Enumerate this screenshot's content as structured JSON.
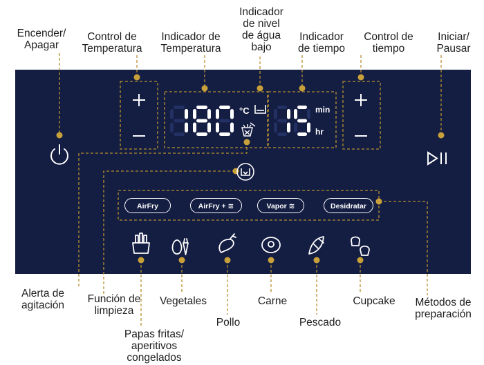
{
  "labels": {
    "power": [
      "Encender/",
      "Apagar"
    ],
    "temp_control": [
      "Control de",
      "Temperatura"
    ],
    "temp_indicator": [
      "Indicador de",
      "Temperatura"
    ],
    "water_indicator": [
      "Indicador",
      "de nivel",
      "de água",
      "bajo"
    ],
    "time_indicator": [
      "Indicador",
      "de tiempo"
    ],
    "time_control": [
      "Control de",
      "tiempo"
    ],
    "start_pause": [
      "Iniciar/",
      "Pausar"
    ],
    "shake_alert": [
      "Alerta de",
      "agitación"
    ],
    "cleaning": [
      "Función de",
      "limpieza"
    ],
    "vegetables": [
      "Vegetales"
    ],
    "fries": [
      "Papas fritas/",
      "aperitivos",
      "congelados"
    ],
    "chicken": [
      "Pollo"
    ],
    "meat": [
      "Carne"
    ],
    "fish": [
      "Pescado"
    ],
    "cupcake": [
      "Cupcake"
    ],
    "methods": [
      "Métodos de",
      "preparación"
    ]
  },
  "display": {
    "temperature": "180",
    "temp_unit": "°C",
    "time": "15",
    "time_unit_top": "min",
    "time_unit_bottom": "hr"
  },
  "modes": [
    "AirFry",
    "AirFry +",
    "Vapor",
    "Desidratar"
  ],
  "colors": {
    "panel": "#141d42",
    "leader": "#b8902e",
    "dot": "#c9a13a",
    "icon": "#ffffff",
    "text": "#1e1e1e"
  },
  "icons": [
    "power-icon",
    "plus-icon",
    "minus-icon",
    "play-pause-icon",
    "water-tank-icon",
    "shake-basket-icon",
    "cleaning-icon",
    "fries-icon",
    "vegetables-icon",
    "chicken-icon",
    "meat-icon",
    "fish-icon",
    "cupcake-icon"
  ]
}
